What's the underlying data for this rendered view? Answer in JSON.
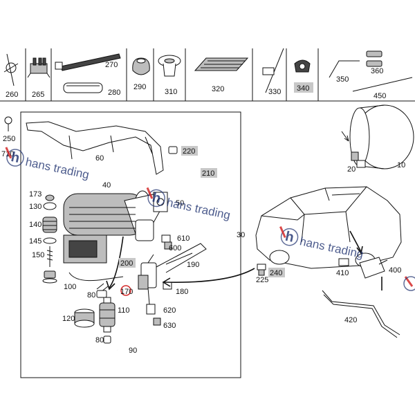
{
  "top_row_labels": [
    "260",
    "265",
    "270",
    "280",
    "290",
    "310",
    "320",
    "330",
    "340",
    "350",
    "360",
    "450"
  ],
  "left_box_labels": [
    "250",
    "60",
    "220",
    "210",
    "40",
    "50",
    "173",
    "130",
    "140",
    "145",
    "150",
    "100",
    "80",
    "170",
    "110",
    "120",
    "80",
    "90",
    "200",
    "190",
    "600",
    "610",
    "180",
    "620",
    "630",
    "30",
    "710"
  ],
  "right_labels": [
    "20",
    "10",
    "225",
    "240",
    "410",
    "400",
    "420"
  ],
  "watermark": {
    "mark": "h",
    "text": "hans trading"
  },
  "colors": {
    "line": "#111111",
    "highlight": "#c8c8c8",
    "watermark": "#1c2f6e",
    "watermark_accent": "#d42a2a",
    "part_fill": "#bdbdbd"
  }
}
